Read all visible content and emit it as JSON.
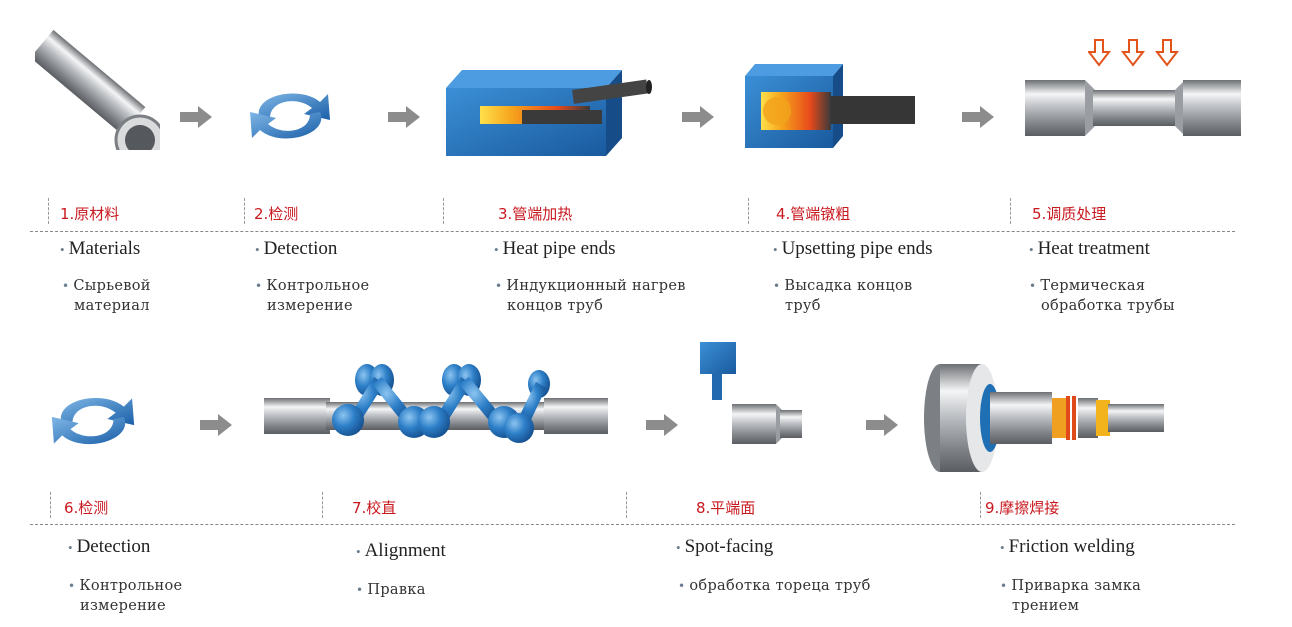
{
  "steps": [
    {
      "title": "1.原材料",
      "en": "Materials",
      "ru1": "Сырьевой",
      "ru2": "материал"
    },
    {
      "title": "2.检测",
      "en": "Detection",
      "ru1": "Контрольное",
      "ru2": "измерение"
    },
    {
      "title": "3.管端加热",
      "en": "Heat pipe ends",
      "ru1": "Индукционный нагрев",
      "ru2": "концов труб"
    },
    {
      "title": "4.管端镦粗",
      "en": "Upsetting pipe ends",
      "ru1": "Высадка  концов",
      "ru2": "труб"
    },
    {
      "title": "5.调质处理",
      "en": "Heat treatment",
      "ru1": "Термическая",
      "ru2": "обработка трубы"
    },
    {
      "title": "6.检测",
      "en": "Detection",
      "ru1": "Контрольное",
      "ru2": "измерение"
    },
    {
      "title": "7.校直",
      "en": "Alignment",
      "ru1": "Правка",
      "ru2": ""
    },
    {
      "title": "8.平端面",
      "en": "Spot-facing",
      "ru1": "обработка торецa труб",
      "ru2": ""
    },
    {
      "title": "9.摩擦焊接",
      "en": "Friction welding",
      "ru1": "Приварка замка",
      "ru2": "трением"
    }
  ],
  "bullet": "•",
  "colors": {
    "title_red": "#c8191f",
    "blue": "#1f6fb5",
    "arrow_gray": "#8c8c8c",
    "hot_orange": "#f0801e"
  }
}
